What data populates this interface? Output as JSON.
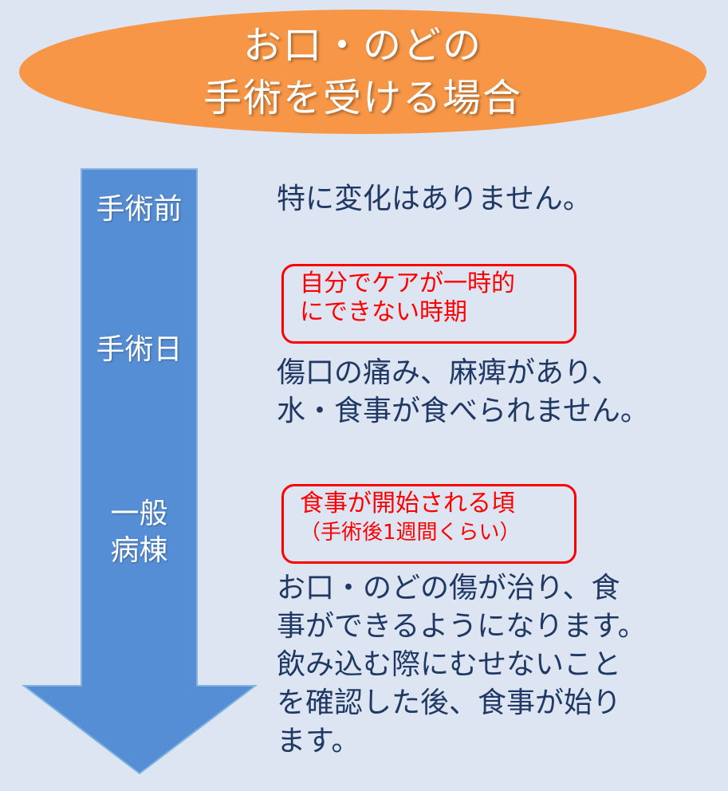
{
  "title": {
    "line1": "お口・のどの",
    "line2": "手術を受ける場合"
  },
  "stages": [
    {
      "label": "手術前"
    },
    {
      "label": "手術日"
    },
    {
      "label_line1": "一般",
      "label_line2": "病棟"
    }
  ],
  "descriptions": {
    "before": "特に変化はありません。",
    "surgery_day": [
      "傷口の痛み、麻痺があり、",
      "水・食事が食べられません。"
    ],
    "ward": [
      "お口・のどの傷が治り、食",
      "事ができるようになります。",
      "飲み込む際にむせないこと",
      "を確認した後、食事が始り",
      "ます。"
    ]
  },
  "notes": {
    "self_care": [
      "自分でケアが一時的",
      "にできない時期"
    ],
    "meal_start": {
      "line1": "食事が開始される頃",
      "line2": "（手術後1週間くらい）"
    }
  },
  "colors": {
    "background": "#dce5f1",
    "title": "#f79646",
    "arrow": "#558ed5",
    "note": "#ff0000",
    "text": "#1f3864"
  }
}
